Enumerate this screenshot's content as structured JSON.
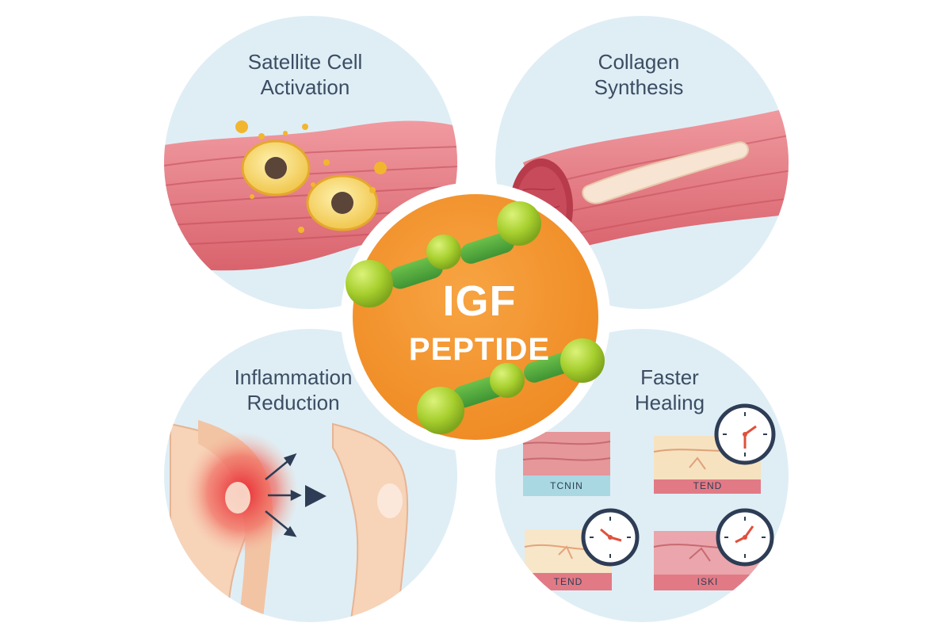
{
  "diagram": {
    "center": {
      "line1": "IGF",
      "line2": "PEPTIDE"
    },
    "quadrants": {
      "top_left": {
        "line1": "Satellite Cell",
        "line2": "Activation"
      },
      "top_right": {
        "line1": "Collagen",
        "line2": "Synthesis"
      },
      "bottom_left": {
        "line1": "Inflammation",
        "line2": "Reduction"
      },
      "bottom_right": {
        "line1": "Faster",
        "line2": "Healing"
      }
    },
    "tissue_labels": [
      "TCNIN",
      "TEND",
      "TEND",
      "ISKI"
    ],
    "icons": [
      "satellite-cell-icon",
      "muscle-fiber-icon",
      "tendon-icon",
      "knee-icon",
      "clock-icon",
      "peptide-chain-icon"
    ],
    "colors": {
      "circle_bg": "#dfeef5",
      "hub": "#f3922d",
      "peptide_bead": "#a6cf2e",
      "muscle": "#e77f86",
      "label_text": "#3c4d63"
    }
  }
}
